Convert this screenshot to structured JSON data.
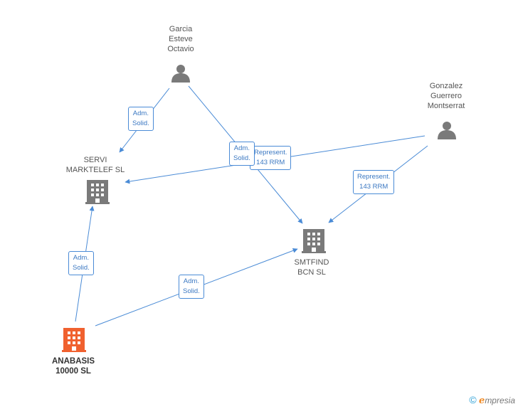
{
  "colors": {
    "edge": "#4a8bd6",
    "node_gray": "#7a7a7a",
    "node_main": "#f0612f"
  },
  "nodes": {
    "garcia": {
      "lines": [
        "Garcia",
        "Esteve",
        "Octavio"
      ],
      "icon": "person-icon"
    },
    "gonzalez": {
      "lines": [
        "Gonzalez",
        "Guerrero",
        "Montserrat"
      ],
      "icon": "person-icon"
    },
    "servi": {
      "lines": [
        "SERVI",
        "MARKTELEF SL"
      ],
      "icon": "building-icon"
    },
    "smtfind": {
      "lines": [
        "SMTFIND",
        "BCN SL"
      ],
      "icon": "building-icon"
    },
    "anabasis": {
      "lines": [
        "ANABASIS",
        "10000  SL"
      ],
      "icon": "building-icon"
    }
  },
  "edges": [
    {
      "id": "e1",
      "label": [
        "Adm.",
        "Solid."
      ]
    },
    {
      "id": "e2",
      "label": [
        "Adm.",
        "Solid."
      ]
    },
    {
      "id": "e3",
      "label": [
        "Represent.",
        "143 RRM"
      ]
    },
    {
      "id": "e4",
      "label": [
        "Represent.",
        "143 RRM"
      ]
    },
    {
      "id": "e5",
      "label": [
        "Adm.",
        "Solid."
      ]
    },
    {
      "id": "e6",
      "label": [
        "Adm.",
        "Solid."
      ]
    }
  ],
  "brand": {
    "symbol": "©",
    "initial": "e",
    "rest": "mpresia"
  }
}
